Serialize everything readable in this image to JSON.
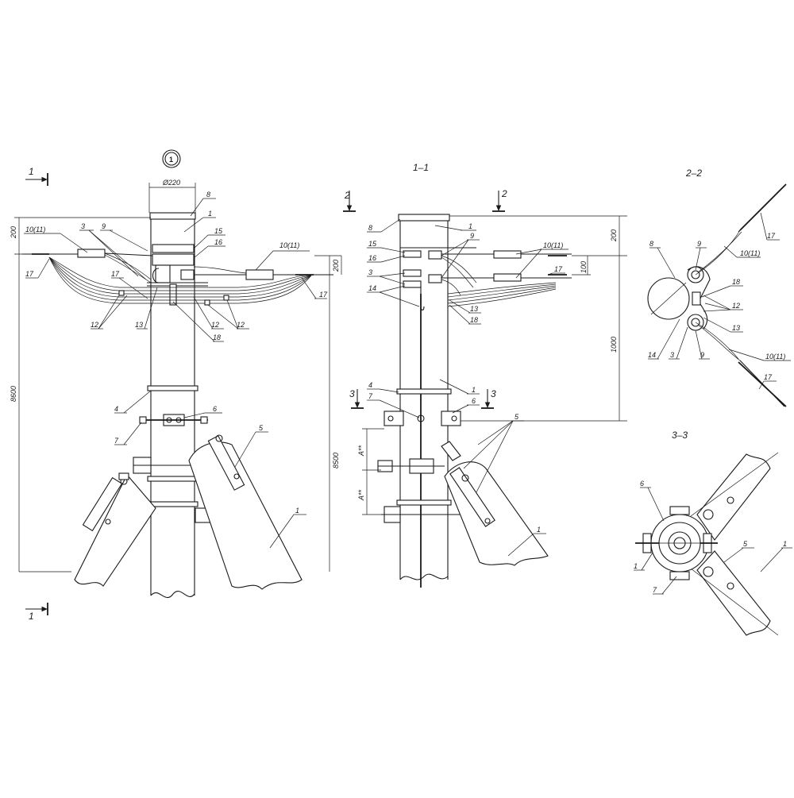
{
  "views": {
    "main": {
      "marker": "1",
      "section_left_top": "1",
      "section_left_bottom": "1",
      "dia": "Ø220",
      "dim_200_left": "200",
      "dim_8600": "8600",
      "dim_8500": "8500",
      "dim_200_right": "200",
      "labels": {
        "l8": "8",
        "l1": "1",
        "l15": "15",
        "l16": "16",
        "l10a": "10(11)",
        "l10b": "10(11)",
        "l3": "3",
        "l9": "9",
        "l17a": "17",
        "l17b": "17",
        "l17c": "17",
        "l12a": "12",
        "l12b": "12",
        "l12c": "12",
        "l13": "13",
        "l18": "18",
        "l4": "4",
        "l6": "6",
        "l7": "7",
        "l5": "5",
        "l1b": "1"
      }
    },
    "side": {
      "title": "1–1",
      "sec2_top": "2",
      "sec2_bot": "2",
      "sec3_l": "3",
      "sec3_r": "3",
      "dim_200": "200",
      "dim_100": "100",
      "dim_1000": "1000",
      "dim_A1": "A**",
      "dim_A2": "A**",
      "labels": {
        "l8": "8",
        "l1": "1",
        "l15": "15",
        "l16": "16",
        "l9": "9",
        "l10": "10(11)",
        "l17": "17",
        "l3": "3",
        "l14": "14",
        "l13": "13",
        "l18": "18",
        "l1b": "1",
        "l4": "4",
        "l7": "7",
        "l6": "6",
        "l5": "5",
        "l1c": "1"
      }
    },
    "sec22": {
      "title": "2–2",
      "labels": {
        "l8": "8",
        "l9a": "9",
        "l17a": "17",
        "l10a": "10(11)",
        "l18": "18",
        "l12": "12",
        "l13": "13",
        "l14": "14",
        "l3": "3",
        "l9b": "9",
        "l10b": "10(11)",
        "l17b": "17"
      }
    },
    "sec33": {
      "title": "3–3",
      "labels": {
        "l6": "6",
        "l1a": "1",
        "l7": "7",
        "l5": "5",
        "l1b": "1"
      }
    }
  }
}
